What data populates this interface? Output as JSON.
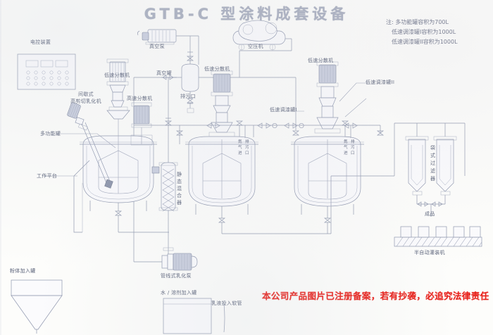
{
  "drawing": {
    "title": "GTB-C 型涂料成套设备",
    "notes": [
      "注: 多功能罐容积为700L",
      "低速调漆罐I容积为1000L",
      "低速调漆罐II容积为1000L"
    ],
    "copyright": "本公司产品图片已注册备案，若有抄袭，必追究法律责任"
  },
  "labels": {
    "control_cabinet": "电控装置",
    "high_shear_emulsifier": "间歇式\n高剪切乳化机",
    "high_speed_disperser": "高速分散机",
    "low_speed_disperser_left": "低速分散机",
    "multifunction_tank": "多功能罐",
    "work_platform": "工作平台",
    "vacuum_pump": "真空泵",
    "vacuum_tank": "真空罐",
    "drain_port": "排污口",
    "air_compressor": "空压机",
    "low_speed_disperser_mid": "低速分散机",
    "low_speed_disperser_right": "低速分散机",
    "paint_tank_1": "低速调漆罐I",
    "paint_tank_2": "低速调漆罐II",
    "static_mixer": "静态混合器",
    "inline_emulsifying_pump": "管线式乳化泵",
    "powder_feed_tank": "粉体加入罐",
    "water_solvent_tank": "水 / 溶剂加入罐",
    "emulsion_feed_hose": "乳液投入软管",
    "bag_filter": "袋式过滤器",
    "finished_product": "成品",
    "filling_machine": "半自动灌装机",
    "tank_nozzle_mid": "氮 排\n气 污\n进 口",
    "tank_nozzle_right": "氮 排\n气 污\n进 口"
  },
  "notes_lines": {
    "n0": "注: 多功能罐容积为700L",
    "n1": "低速调漆罐I容积为1000L",
    "n2": "低速调漆罐II容积为1000L"
  }
}
